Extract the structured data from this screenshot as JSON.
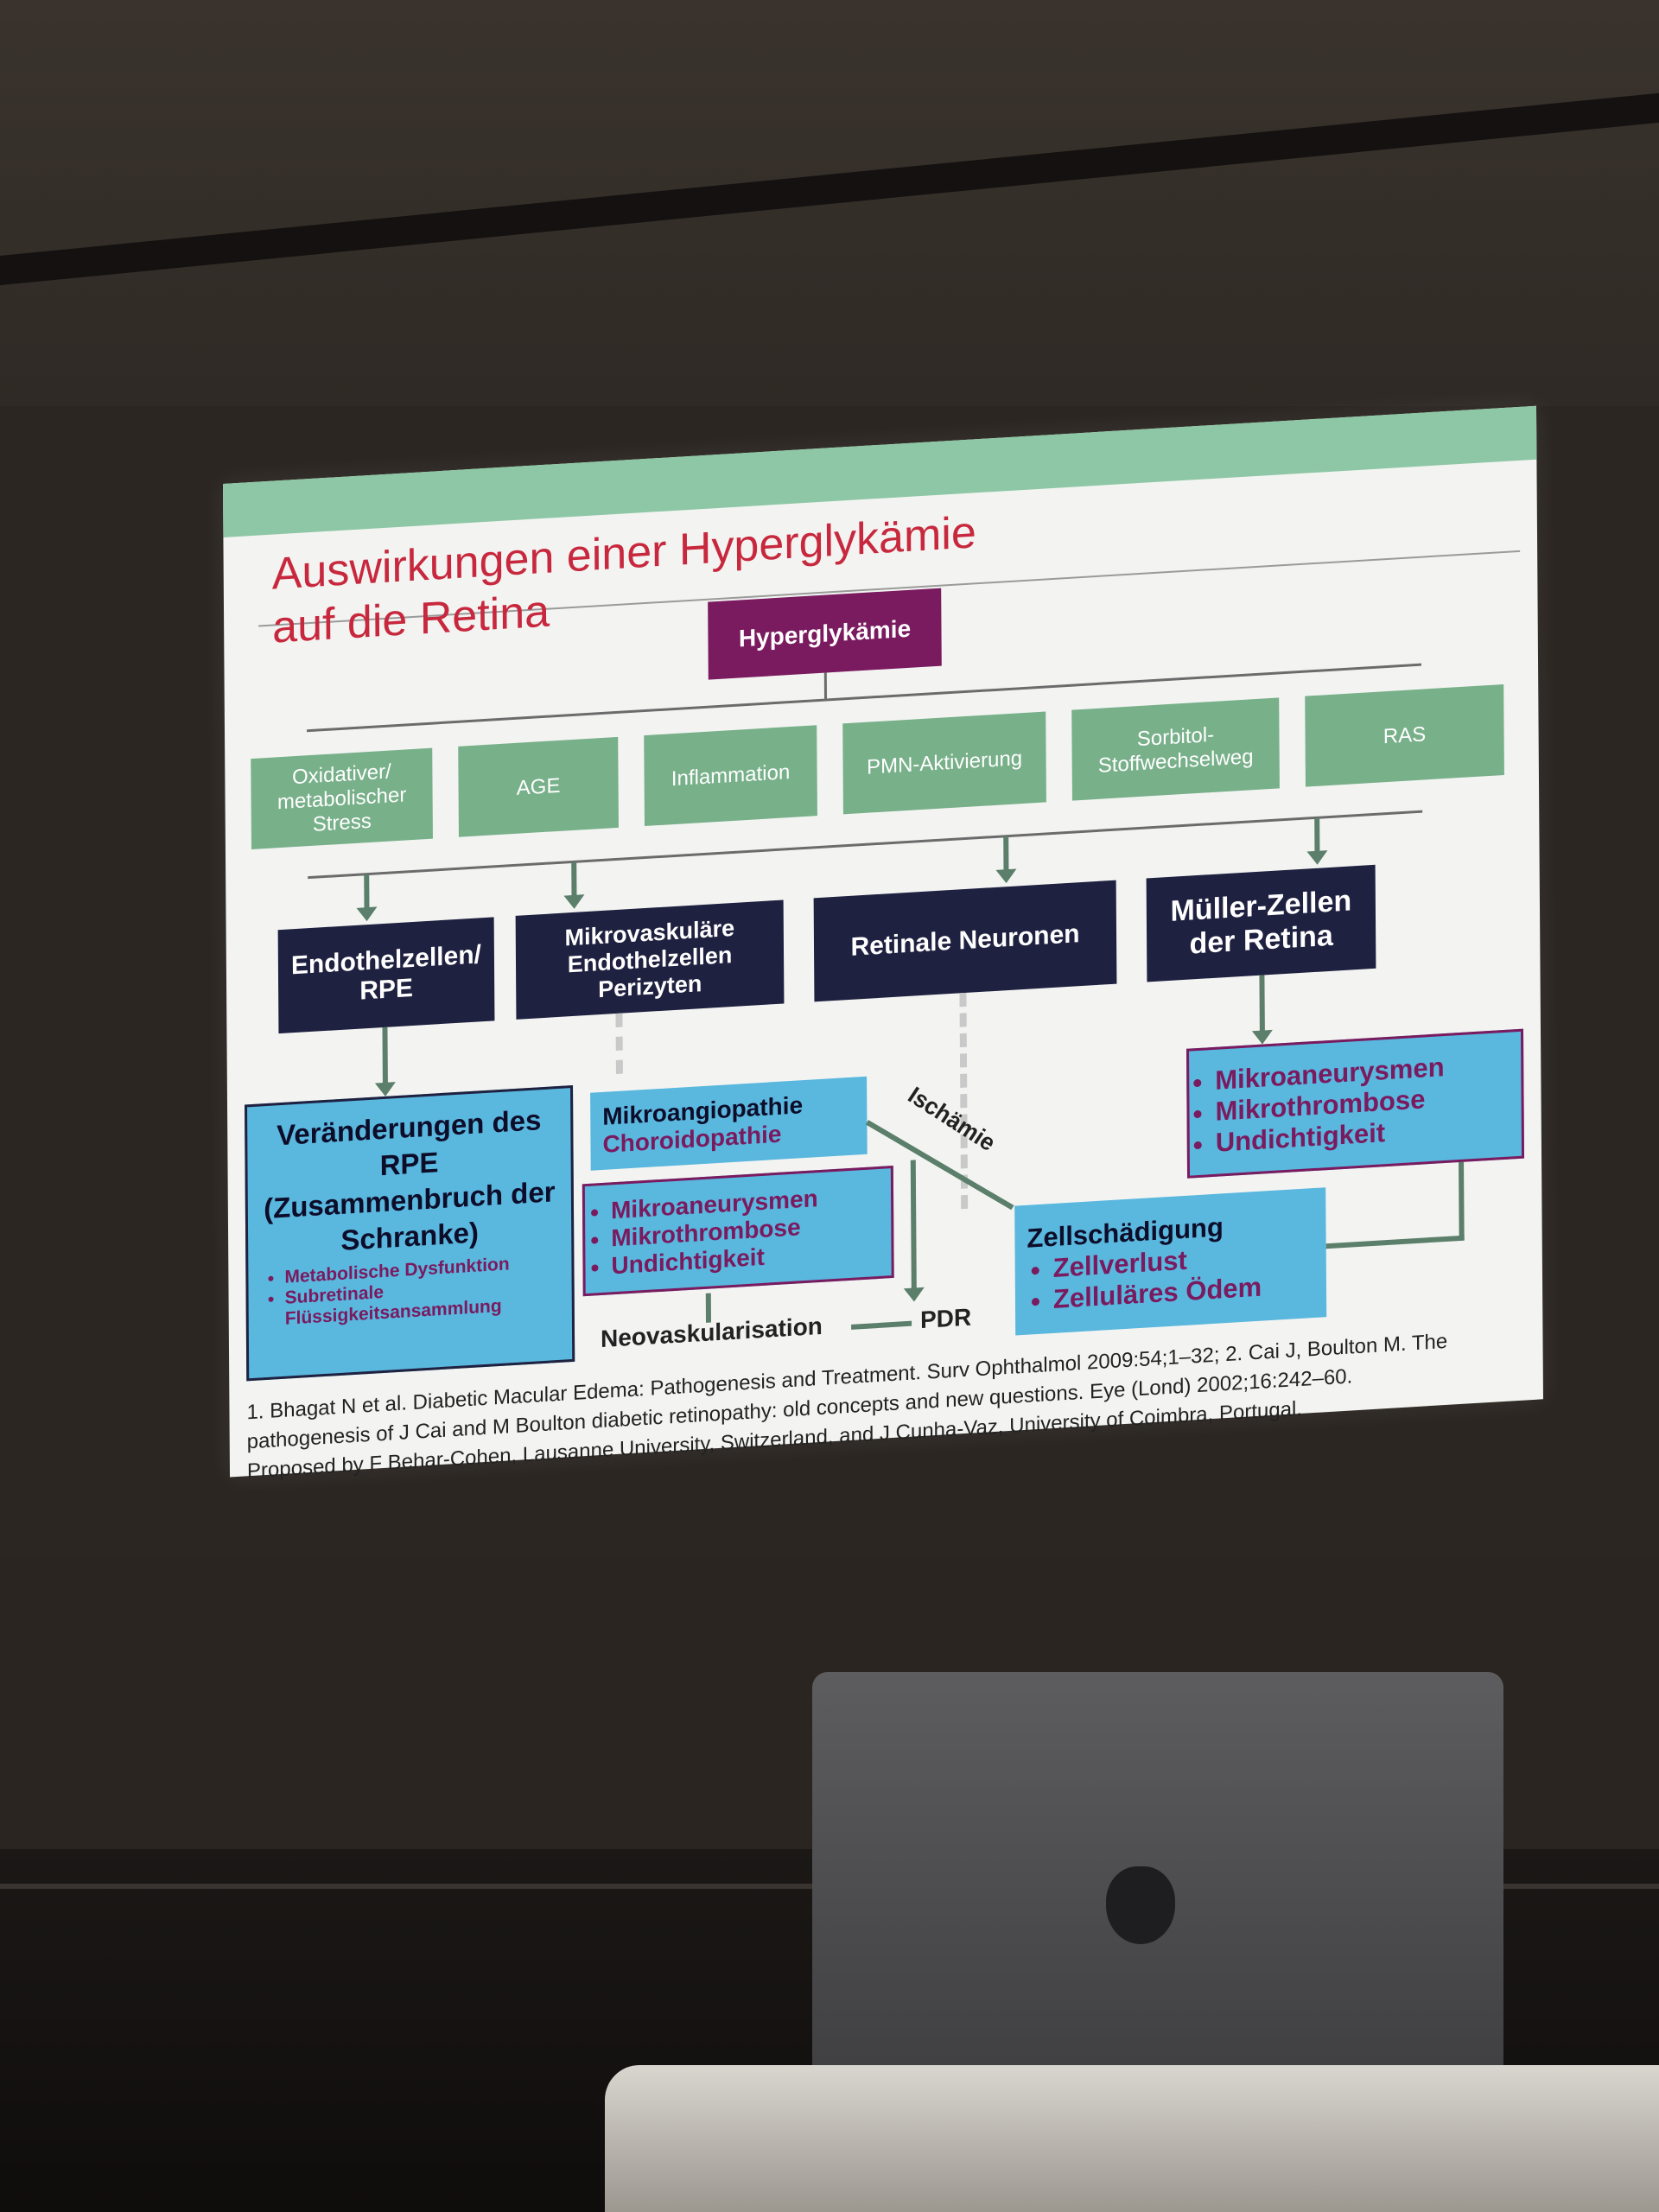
{
  "slide": {
    "title_line1": "Auswirkungen einer Hyperglykämie",
    "title_line2": "auf die Retina",
    "root": "Hyperglykämie",
    "factors": [
      "Oxidativer/ metabolischer Stress",
      "AGE",
      "Inflammation",
      "PMN-Aktivierung",
      "Sorbitol-Stoffwechselweg",
      "RAS"
    ],
    "targets": [
      "Endothelzellen/ RPE",
      "Mikrovaskuläre Endothelzellen Perizyten",
      "Retinale Neuronen",
      "Müller-Zellen der Retina"
    ],
    "rpe_box": {
      "title": "Veränderungen des RPE (Zusammenbruch der Schranke)",
      "items": [
        "Metabolische Dysfunktion",
        "Subretinale Flüssigkeitsansammlung"
      ]
    },
    "micro_box": {
      "line1": "Mikroangiopathie",
      "line2": "Choroidopathie"
    },
    "micro_list": [
      "Mikroaneurysmen",
      "Mikrothrombose",
      "Undichtigkeit"
    ],
    "muller_list": [
      "Mikroaneurysmen",
      "Mikrothrombose",
      "Undichtigkeit"
    ],
    "cell_box": {
      "title": "Zellschädigung",
      "items": [
        "Zellverlust",
        "Zelluläres Ödem"
      ]
    },
    "ischemia_label": "Ischämie",
    "neovasc_label": "Neovaskularisation",
    "pdr_label": "PDR",
    "references": [
      "1. Bhagat N et al. Diabetic Macular Edema: Pathogenesis and Treatment. Surv Ophthalmol 2009:54;1–32; 2. Cai J, Boulton M. The",
      "pathogenesis of J Cai and M Boulton diabetic retinopathy: old concepts and new questions. Eye (Lond) 2002;16:242–60.",
      "Proposed by F Behar-Cohen, Lausanne University, Switzerland, and J Cunha-Vaz, University of Coimbra, Portugal."
    ]
  },
  "colors": {
    "title": "#c8283d",
    "band": "#8ec7a5",
    "factor_box": "#78b08a",
    "target_box": "#1f2140",
    "root_box": "#7a1a5f",
    "effect_box": "#5ab7de"
  }
}
